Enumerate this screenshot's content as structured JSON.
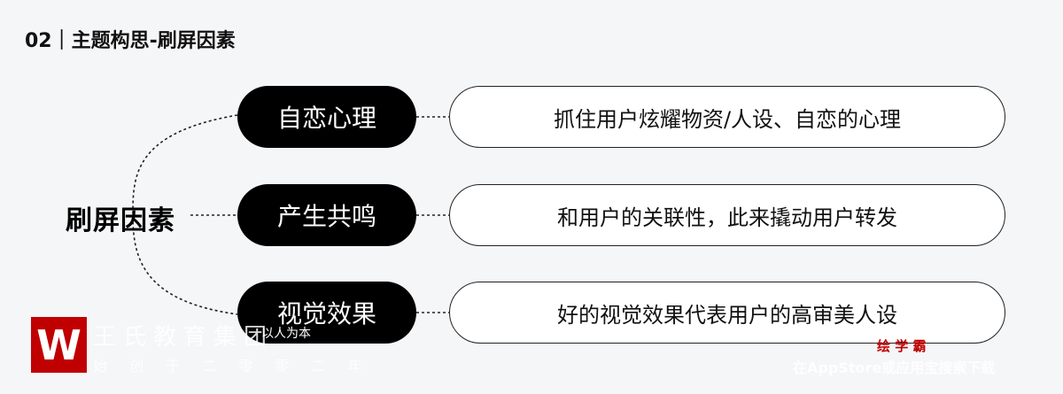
{
  "title": "02｜主题构思-刷屏因素",
  "center_label": "刷屏因素",
  "factors": [
    {
      "label": "自恋心理",
      "description": "抓住用户炫耀物资/人设、自恋的心理"
    },
    {
      "label": "产生共鸣",
      "description": "和用户的关联性，此来撬动用户转发"
    },
    {
      "label": "视觉效果",
      "description": "好的视觉效果代表用户的高审美人设"
    }
  ],
  "watermark": {
    "logo_letter": "W",
    "org": "王氏教育集团",
    "motto": "以人为本",
    "founded": "始 创 于 二 零 零 二 年",
    "brand": "绘 学 霸",
    "download": "在AppStore或应用宝搜索下载"
  }
}
